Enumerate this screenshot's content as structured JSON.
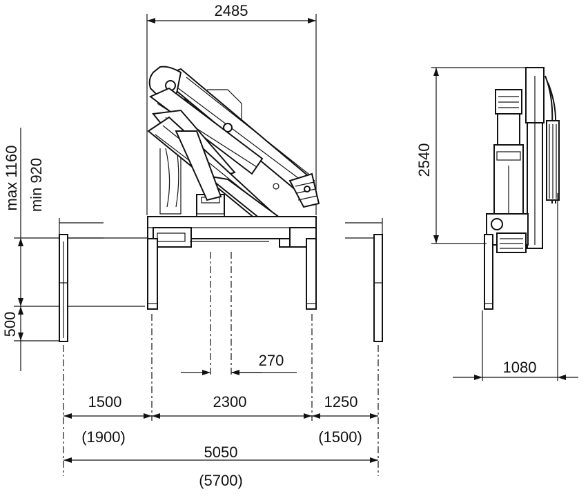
{
  "dimensions": {
    "top_width": "2485",
    "side_height": "2540",
    "side_width": "1080",
    "max_height": "max 1160",
    "min_height": "min 920",
    "stroke_500": "500",
    "offset_270": "270",
    "left_outrigger": "1500",
    "left_outrigger_max": "(1900)",
    "center_span": "2300",
    "right_outrigger": "1250",
    "right_outrigger_max": "(1500)",
    "total_span": "5050",
    "total_span_max": "(5700)"
  },
  "colors": {
    "line": "#111111",
    "background": "#ffffff"
  }
}
